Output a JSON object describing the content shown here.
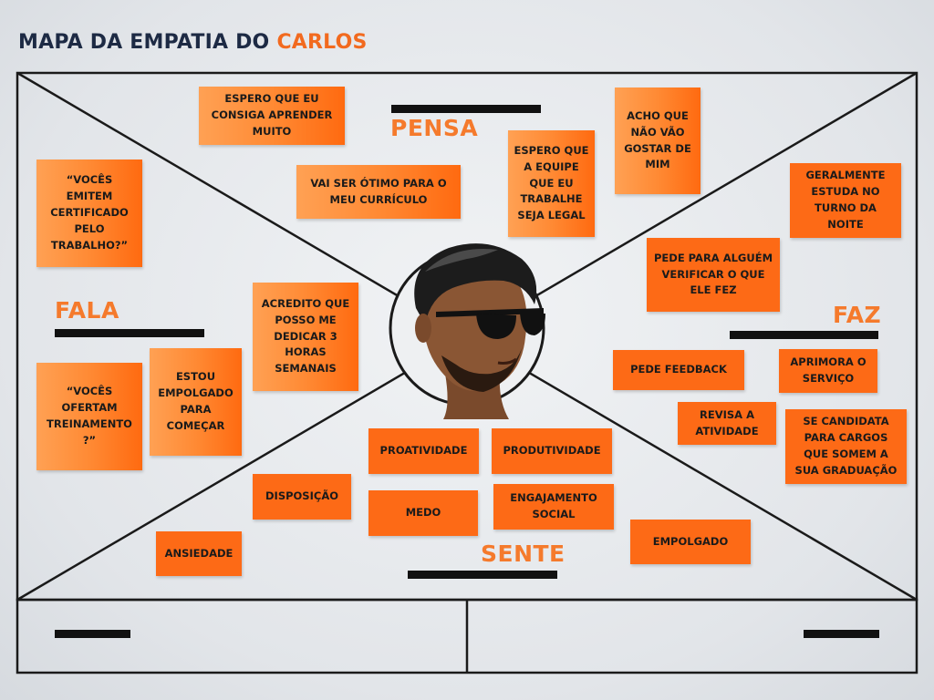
{
  "header": {
    "title": "MAPA DA EMPATIA DO",
    "name": "CARLOS"
  },
  "quadrants": {
    "pensa": "PENSA",
    "faz": "FAZ",
    "fala": "FALA",
    "sente": "SENTE"
  },
  "pensa_notes": [
    "ESPERO QUE EU CONSIGA APRENDER MUITO",
    "VAI SER ÓTIMO PARA O MEU CURRÍCULO",
    "ESPERO QUE A EQUIPE QUE EU TRABALHE SEJA LEGAL",
    "ACHO QUE NÃO VÃO GOSTAR DE MIM"
  ],
  "faz_notes": [
    "GERALMENTE ESTUDA NO TURNO DA NOITE",
    "PEDE PARA ALGUÉM VERIFICAR O QUE ELE FEZ",
    "PEDE FEEDBACK",
    "APRIMORA O SERVIÇO",
    "REVISA A ATIVIDADE",
    "SE CANDIDATA PARA CARGOS QUE SOMEM A SUA GRADUAÇÃO"
  ],
  "fala_notes": [
    "“VOCÊS EMITEM CERTIFICADO PELO TRABALHO?”",
    "ACREDITO QUE POSSO ME DEDICAR 3 HORAS SEMANAIS",
    "“VOCÊS OFERTAM TREINAMENTO ?”",
    "ESTOU EMPOLGADO PARA COMEÇAR"
  ],
  "sente_notes": [
    "PROATIVIDADE",
    "PRODUTIVIDADE",
    "DISPOSIÇÃO",
    "MEDO",
    "ENGAJAMENTO SOCIAL",
    "EMPOLGADO",
    "ANSIEDADE"
  ],
  "colors": {
    "accent": "#f26a1f",
    "title": "#1d2a44",
    "note_solid": "#fd6a16",
    "note_grad_start": "#ffa154"
  }
}
